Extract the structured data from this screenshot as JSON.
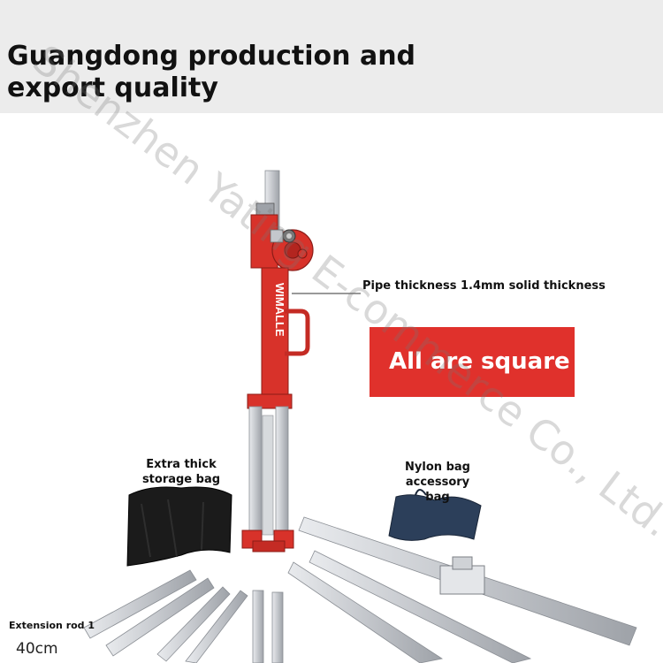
{
  "header": {
    "title_line1": "Guangdong production and",
    "title_line2": "export quality"
  },
  "labels": {
    "pipe_thickness": "Pipe thickness 1.4mm solid thickness",
    "square_tubes": "All are square tubes",
    "storage_bag_line1": "Extra thick",
    "storage_bag_line2": "storage bag",
    "nylon_bag_line1": "Nylon bag accessory",
    "nylon_bag_line2": "bag",
    "extension_rod": "Extension rod 1",
    "length": "40cm"
  },
  "product": {
    "brand_text": "WIMALLE"
  },
  "watermark": "Shenzhen Yating E-commerce Co., Ltd.",
  "colors": {
    "accent_red": "#e0312c",
    "header_bg": "#ececec",
    "steel": "#c9ccd0",
    "stand_red": "#d8322a"
  }
}
